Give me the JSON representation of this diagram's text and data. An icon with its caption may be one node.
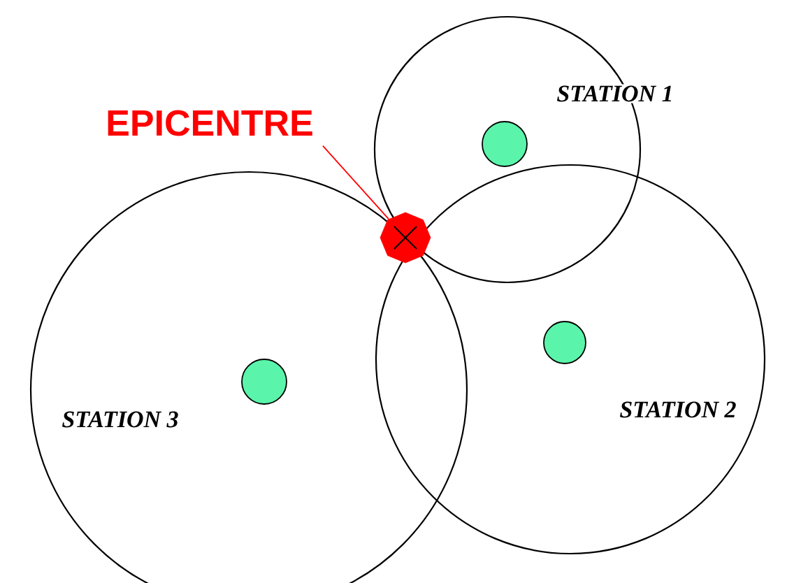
{
  "diagram": {
    "nodes": [
      {
        "text": [
          "EPICENTRE"
        ]
      },
      {
        "text": [],
        "shape": "octagon"
      }
    ],
    "edges": [
      {
        "from": 0,
        "to": 1,
        "arrow": "none",
        "color": "#ff0000"
      }
    ],
    "labels": [
      "STATION 1",
      "STATION 2",
      "STATION 3"
    ]
  }
}
